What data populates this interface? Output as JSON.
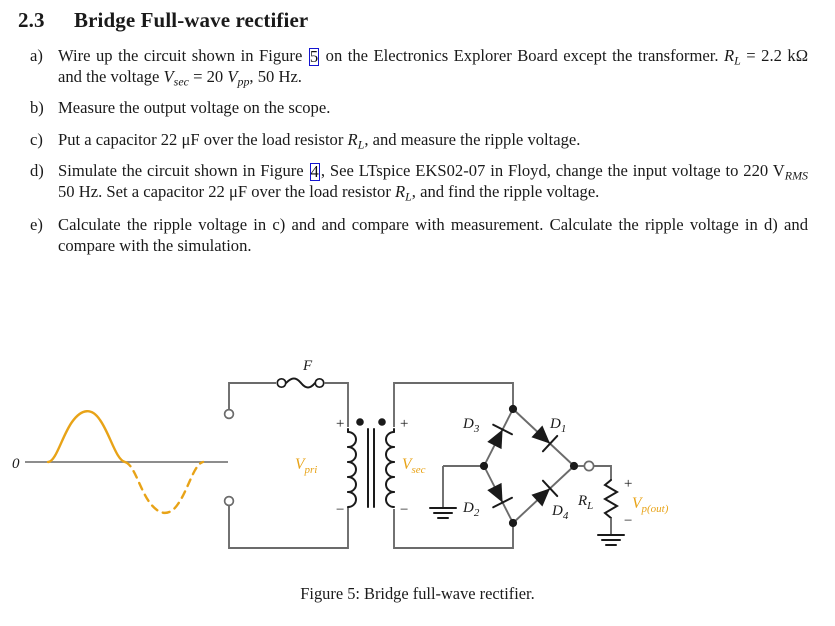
{
  "document": {
    "heading": {
      "number": "2.3",
      "title": "Bridge Full-wave rectifier"
    },
    "items": [
      {
        "marker": "a)",
        "text_parts": {
          "p1": "Wire up the circuit shown in Figure",
          "xref": "5",
          "p2": "on the Electronics Explorer Board except the transformer.",
          "sym_rl": "R",
          "sub_l": "L",
          "eq_rl": "= 2.2 kΩ and the voltage",
          "sym_v": "V",
          "sub_sec": "sec",
          "eq_v": "= 20",
          "sym_vpp": "V",
          "sub_pp": "pp",
          "tail": ", 50 Hz."
        }
      },
      {
        "marker": "b)",
        "text": "Measure the output voltage on the scope."
      },
      {
        "marker": "c)",
        "text_parts": {
          "p1": "Put a capacitor 22 μF over the load resistor",
          "sym_rl": "R",
          "sub_l": "L",
          "p2": ", and measure the ripple voltage."
        }
      },
      {
        "marker": "d)",
        "text_parts": {
          "p1": "Simulate the circuit shown in Figure",
          "xref": "4",
          "p2": ", See LTspice EKS02-07 in Floyd, change the input voltage to 220",
          "sym_v": "V",
          "sub_rms": "RMS",
          "p3": "50 Hz.  Set a capacitor 22 μF over the load resistor",
          "sym_rl": "R",
          "sub_l": "L",
          "p4": ", and find the ripple voltage."
        }
      },
      {
        "marker": "e)",
        "text": "Calculate the ripple voltage in c) and and compare with measurement.  Calculate the ripple voltage in d) and compare with the simulation."
      }
    ],
    "figure": {
      "caption": "Figure 5: Bridge full-wave rectifier.",
      "labels": {
        "zero": "0",
        "fuse": "F",
        "v_pri": "V",
        "v_pri_sub": "pri",
        "v_sec": "V",
        "v_sec_sub": "sec",
        "d1": "D",
        "d1_sub": "1",
        "d2": "D",
        "d2_sub": "2",
        "d3": "D",
        "d3_sub": "3",
        "d4": "D",
        "d4_sub": "4",
        "rl": "R",
        "rl_sub": "L",
        "vout": "V",
        "vout_sub": "p(out)",
        "plus_pri": "+",
        "minus_pri": "−",
        "plus_sec": "+",
        "minus_sec": "−",
        "plus_out": "+",
        "minus_out": "−"
      },
      "colors": {
        "wire": "#6b6b6b",
        "accent": "#e8a317",
        "component": "#1a1a1a",
        "background": "#ffffff"
      }
    }
  }
}
